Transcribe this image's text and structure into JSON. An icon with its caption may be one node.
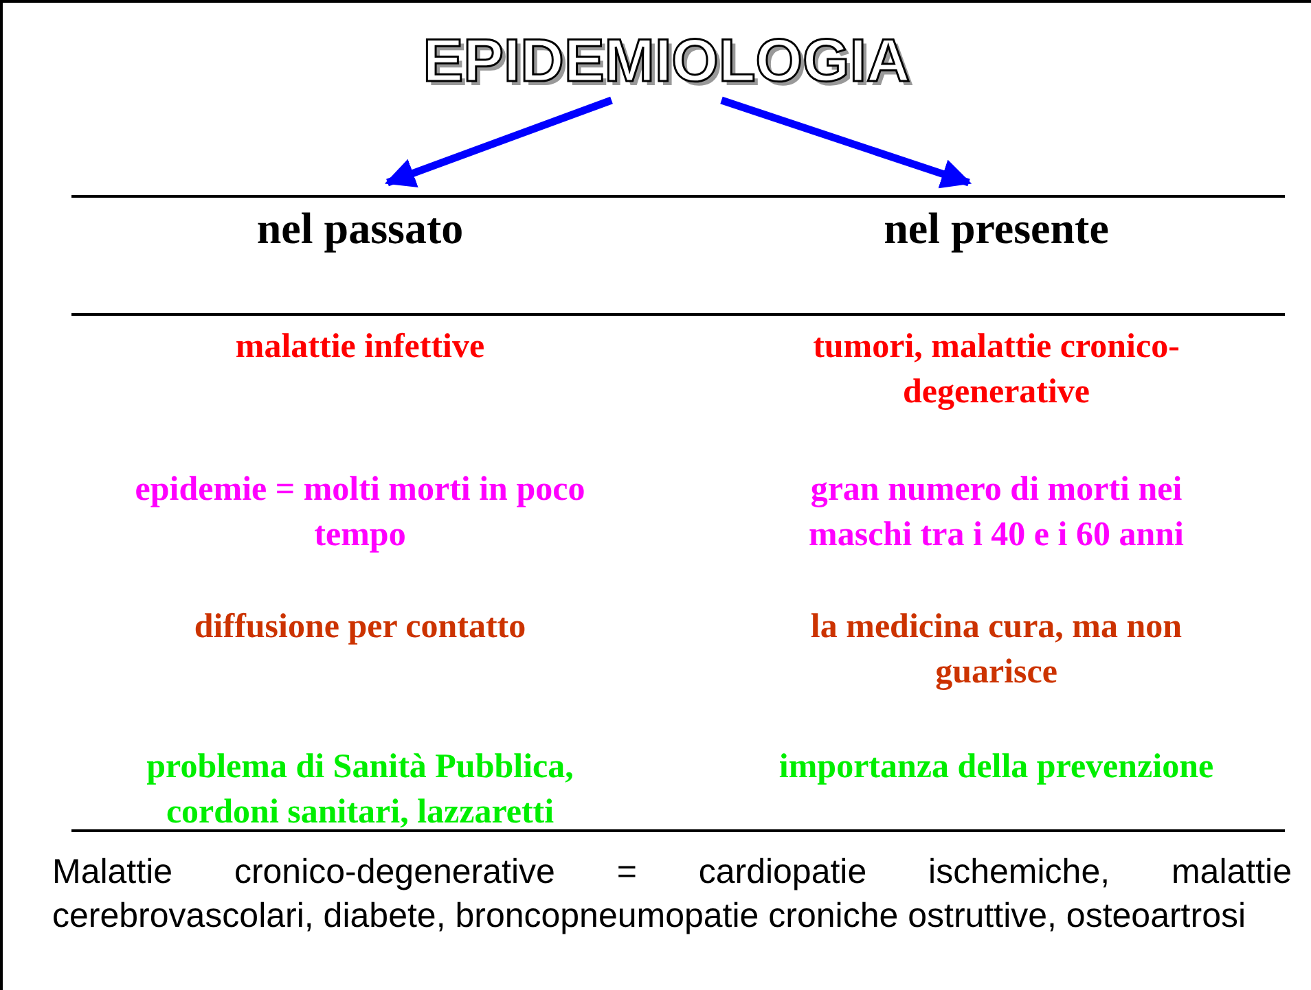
{
  "diagram": {
    "nodes": [
      {
        "text": [
          "EPIDEMIOLOGIA"
        ]
      },
      {
        "text": [
          "nel passato"
        ]
      },
      {
        "text": [
          "nel presente"
        ]
      }
    ],
    "edges": [
      {
        "from": 0,
        "to": 1,
        "arrow": "to",
        "color": "#0000ff"
      },
      {
        "from": 0,
        "to": 2,
        "arrow": "to",
        "color": "#0000ff"
      }
    ],
    "labels": [
      "malattie infettive",
      "tumori, malattie cronico-degenerative",
      "epidemie = molti morti in poco tempo",
      "gran numero di morti nei maschi tra i 40 e i 60 anni",
      "diffusione per contatto",
      "la medicina cura, ma non guarisce",
      "problema di Sanità Pubblica, cordoni sanitari, lazzaretti",
      "importanza della prevenzione",
      "Malattie cronico-degenerative = cardiopatie ischemiche, malattie cerebrovascolari, diabete, broncopneumopatie croniche ostruttive, osteoartrosi"
    ]
  }
}
